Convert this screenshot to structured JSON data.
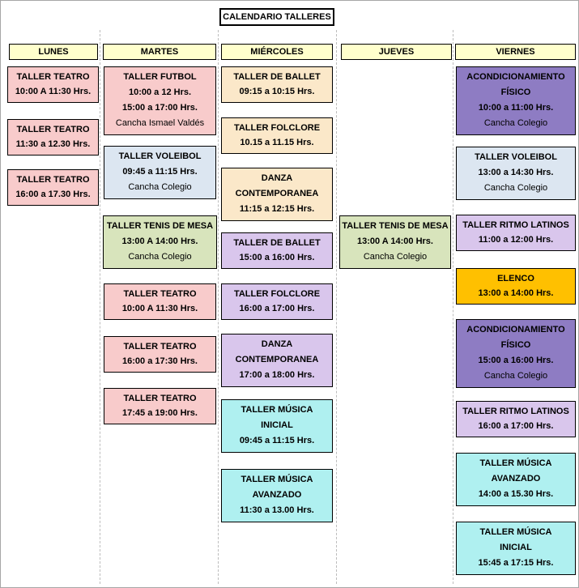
{
  "page": {
    "title": "CALENDARIO TALLERES"
  },
  "headers": [
    {
      "label": "LUNES"
    },
    {
      "label": "MARTES"
    },
    {
      "label": "MIÉRCOLES"
    },
    {
      "label": "JUEVES"
    },
    {
      "label": "VIERNES"
    }
  ],
  "palette": {
    "header_bg": "#FFFFCC",
    "pink": "#F8CBCB",
    "cream": "#FBE8C9",
    "light_blue": "#DCE6F1",
    "light_green": "#D8E4BC",
    "lavender": "#D9C6EC",
    "cyan": "#AFF0F0",
    "violet": "#8E7CC3",
    "orange": "#FFC000",
    "border": "#000000"
  },
  "monday": [
    {
      "title": "TALLER TEATRO",
      "time": "10:00 A 11:30 Hrs."
    },
    {
      "title": "TALLER TEATRO",
      "time": "11:30 a 12.30 Hrs."
    },
    {
      "title": "TALLER TEATRO",
      "time": "16:00 a 17.30 Hrs."
    }
  ],
  "tuesday": [
    {
      "title": "TALLER FUTBOL",
      "time": "10:00 a 12 Hrs.",
      "time2": "15:00 a 17:00 Hrs.",
      "location": "Cancha Ismael Valdés"
    },
    {
      "title": "TALLER VOLEIBOL",
      "time": "09:45 a 11:15 Hrs.",
      "location": "Cancha Colegio"
    },
    {
      "title": "TALLER TENIS DE MESA",
      "time": "13:00 A 14:00 Hrs.",
      "location": "Cancha Colegio"
    },
    {
      "title": "TALLER TEATRO",
      "time": "10:00 A 11:30 Hrs."
    },
    {
      "title": "TALLER TEATRO",
      "time": "16:00 a 17:30 Hrs."
    },
    {
      "title": "TALLER TEATRO",
      "time": "17:45 a 19:00 Hrs."
    }
  ],
  "wednesday": [
    {
      "title": "TALLER DE BALLET",
      "time": "09:15 a 10:15 Hrs."
    },
    {
      "title": "TALLER FOLCLORE",
      "time": "10.15 a 11.15 Hrs."
    },
    {
      "title": "DANZA",
      "title2": "CONTEMPORANEA",
      "time": "11:15 a 12:15 Hrs."
    },
    {
      "title": "TALLER DE BALLET",
      "time": "15:00 a 16:00 Hrs."
    },
    {
      "title": "TALLER FOLCLORE",
      "time": "16:00 a 17:00 Hrs."
    },
    {
      "title": "DANZA",
      "title2": "CONTEMPORANEA",
      "time": "17:00 a 18:00 Hrs."
    },
    {
      "title": "TALLER MÚSICA",
      "title2": "INICIAL",
      "time": "09:45 a 11:15 Hrs."
    },
    {
      "title": "TALLER MÚSICA",
      "title2": "AVANZADO",
      "time": "11:30 a 13.00 Hrs."
    }
  ],
  "thursday": [
    {
      "title": "TALLER TENIS DE MESA",
      "time": "13:00 A 14:00 Hrs.",
      "location": "Cancha Colegio"
    }
  ],
  "friday": [
    {
      "title": "ACONDICIONAMIENTO",
      "title2": "FÍSICO",
      "time": "10:00 a 11:00 Hrs.",
      "location": "Cancha Colegio"
    },
    {
      "title": "TALLER VOLEIBOL",
      "time": "13:00 a 14:30 Hrs.",
      "location": "Cancha Colegio"
    },
    {
      "title": "TALLER RITMO LATINOS",
      "time": "11:00 a 12:00 Hrs."
    },
    {
      "title": "ELENCO",
      "time": "13:00 a 14:00 Hrs."
    },
    {
      "title": "ACONDICIONAMIENTO",
      "title2": "FÍSICO",
      "time": "15:00 a 16:00 Hrs.",
      "location": "Cancha Colegio"
    },
    {
      "title": "TALLER RITMO LATINOS",
      "time": "16:00 a 17:00 Hrs."
    },
    {
      "title": "TALLER MÚSICA",
      "title2": "AVANZADO",
      "time": "14:00 a 15.30 Hrs."
    },
    {
      "title": "TALLER MÚSICA",
      "title2": "INICIAL",
      "time": "15:45 a 17:15 Hrs."
    }
  ]
}
